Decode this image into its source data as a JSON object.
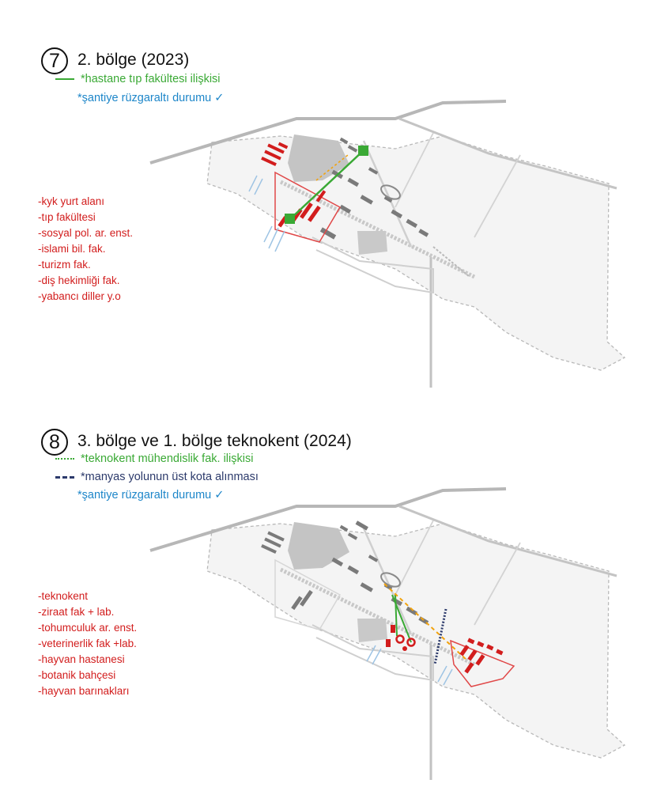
{
  "colors": {
    "red": "#d21d1d",
    "green": "#3aa935",
    "blue": "#1d86c9",
    "navy": "#2c3a6b",
    "orange": "#f2a20c",
    "gray": "#bdbdbd"
  },
  "phases": [
    {
      "number": "7",
      "title": "2. bölge (2023)",
      "legend": [
        {
          "text": "*hastane tıp fakültesi ilişkisi",
          "color": "green",
          "swatch": "solid-green-line"
        },
        {
          "text": "*şantiye rüzgaraltı durumu ✓",
          "color": "blue",
          "swatch": ""
        }
      ],
      "program": [
        "-kyk yurt alanı",
        "-tıp fakültesi",
        "-sosyal pol. ar. enst.",
        "-islami bil. fak.",
        "-turizm fak.",
        "-diş hekimliği fak.",
        "-yabancı diller y.o"
      ]
    },
    {
      "number": "8",
      "title": "3. bölge ve 1. bölge teknokent (2024)",
      "legend": [
        {
          "text": "*teknokent mühendislik fak. ilişkisi",
          "color": "green",
          "swatch": "dotted-green-line"
        },
        {
          "text": "*manyas yolunun üst kota alınması",
          "color": "navy",
          "swatch": "dashed-navy-line"
        },
        {
          "text": "*şantiye rüzgaraltı durumu ✓",
          "color": "blue",
          "swatch": ""
        }
      ],
      "program": [
        "-teknokent",
        "-ziraat fak + lab.",
        "-tohumculuk ar. enst.",
        "-veterinerlik fak +lab.",
        "-hayvan hastanesi",
        "-botanik bahçesi",
        "-hayvan barınakları"
      ]
    }
  ]
}
